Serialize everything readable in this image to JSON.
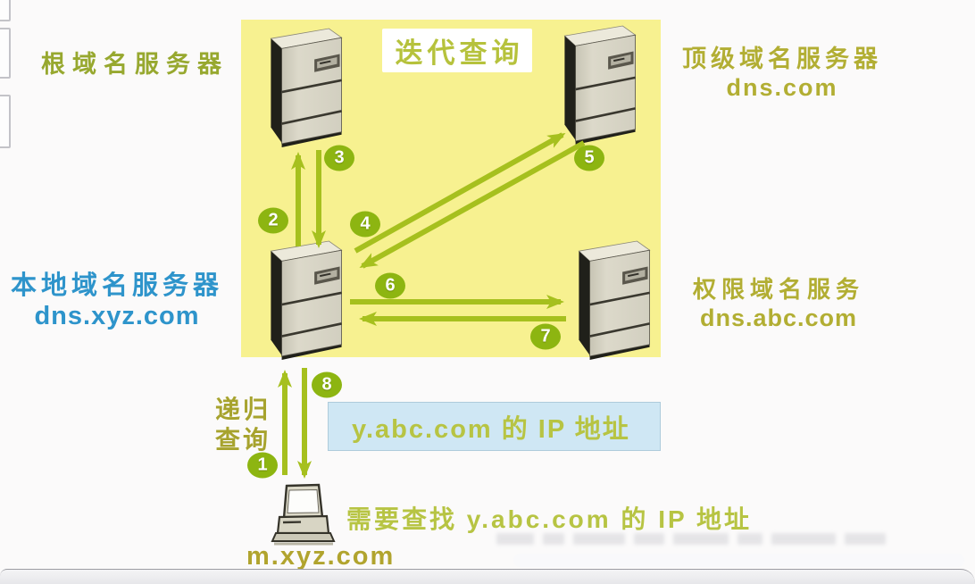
{
  "diagram": {
    "title": "迭代查询",
    "root_server_label": "根域名服务器",
    "tld_server_label": "顶级域名服务器",
    "tld_server_domain": "dns.com",
    "local_server_label": "本地域名服务器",
    "local_server_domain": "dns.xyz.com",
    "auth_server_label": "权限域名服务",
    "auth_server_domain": "dns.abc.com",
    "recursive_query_line1": "递归",
    "recursive_query_line2": "查询",
    "client_label": "m.xyz.com",
    "client_request_text": "需要查找 y.abc.com 的 IP 地址",
    "answer_box_text": "y.abc.com 的 IP 地址",
    "steps": [
      "1",
      "2",
      "3",
      "4",
      "5",
      "6",
      "7",
      "8"
    ],
    "icons": {
      "server": "server-tower-icon",
      "client": "desktop-computer-icon"
    },
    "colors": {
      "panel_bg": "#f7f190",
      "arrow_green": "#a6c01e",
      "step_badge_green": "#8db511",
      "olive_label": "#b2ae33",
      "green_label": "#97a82f",
      "blue_label": "#2e94cb",
      "answer_box_bg": "#cfe7f4",
      "yellow_green_text": "#b7c443"
    }
  }
}
